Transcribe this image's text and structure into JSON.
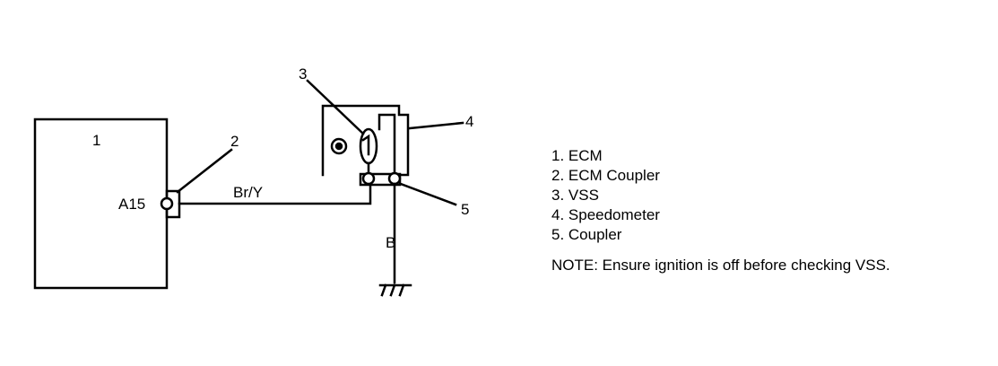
{
  "callouts": {
    "ecm": "1",
    "coupler_ecm": "2",
    "vss": "3",
    "speedometer": "4",
    "coupler": "5"
  },
  "terminal_label": "A15",
  "wires": {
    "signal": "Br/Y",
    "ground": "B"
  },
  "legend": {
    "items": [
      "1. ECM",
      "2. ECM Coupler",
      "3. VSS",
      "4. Speedometer",
      "5. Coupler"
    ],
    "note": "NOTE:  Ensure ignition is off before checking VSS."
  }
}
